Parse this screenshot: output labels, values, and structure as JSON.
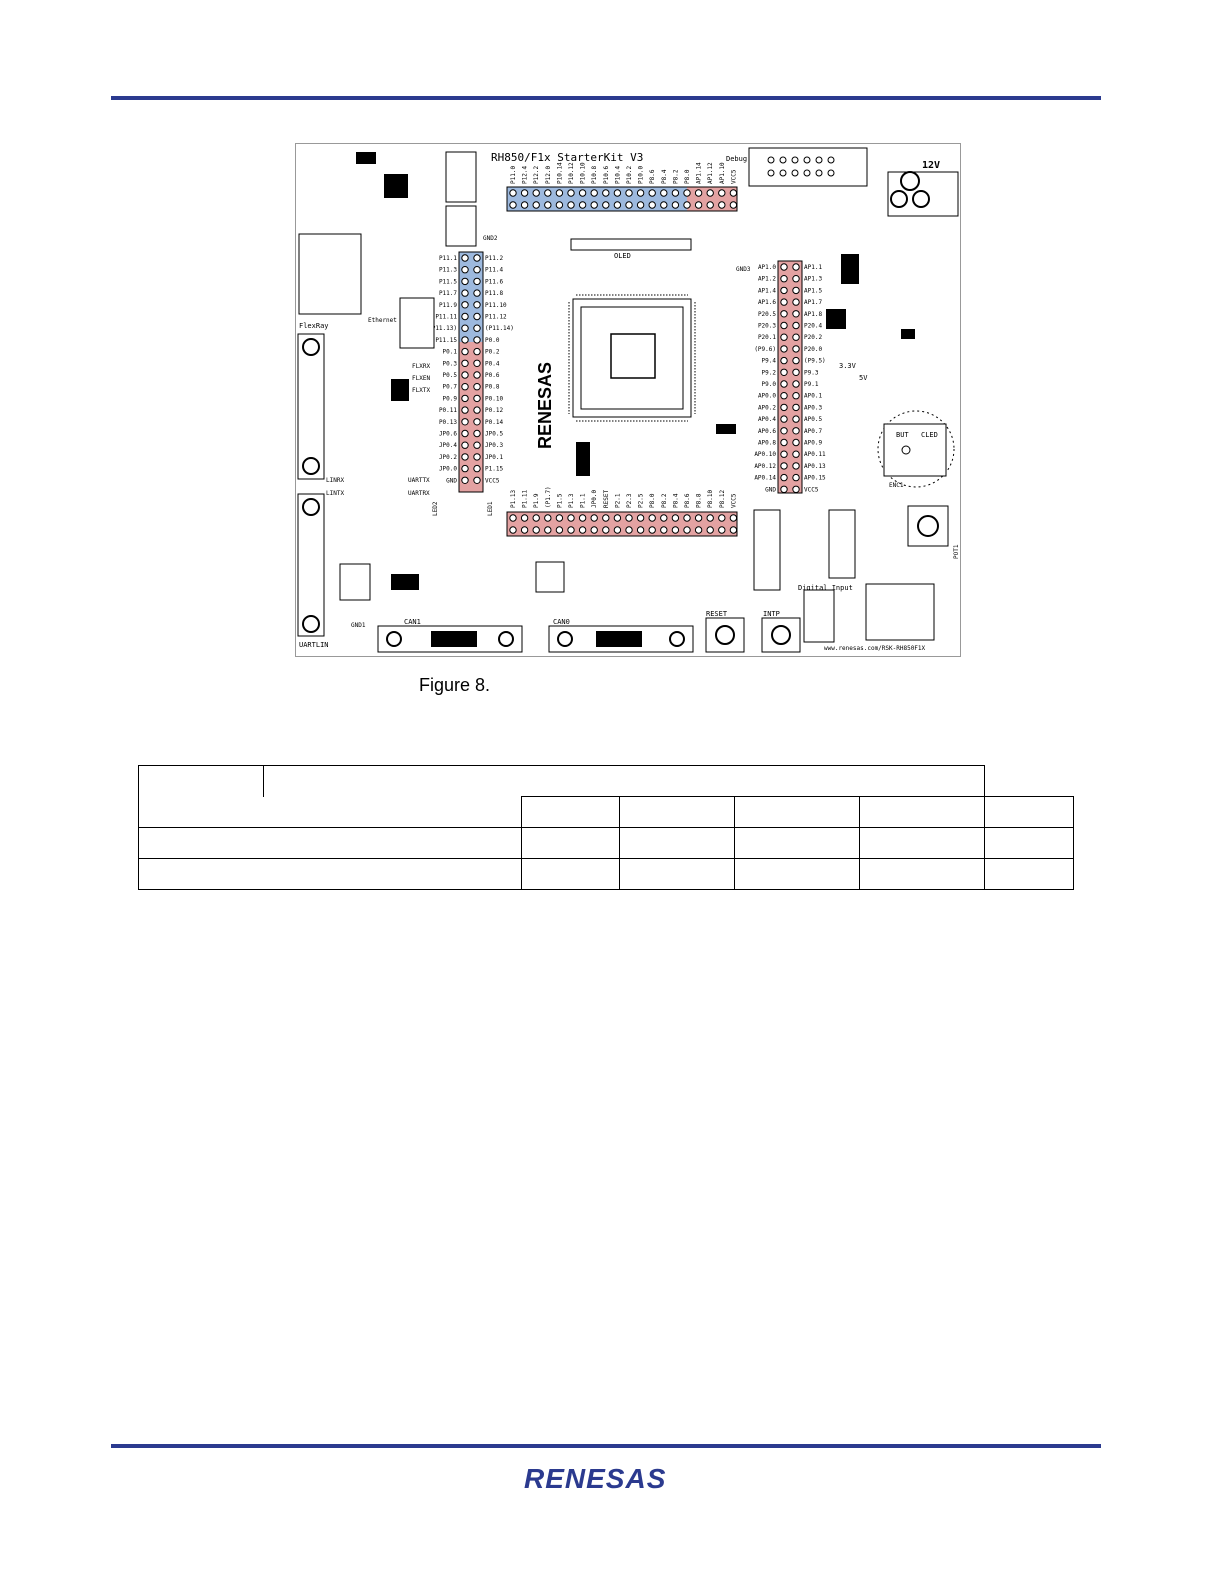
{
  "figure": {
    "caption": "Figure 8.",
    "board_title": "RH850/F1x StarterKit V3",
    "board_url": "www.renesas.com/RSK-RH850F1X",
    "labels": {
      "flexray": "FlexRay",
      "ethernet": "Ethernet",
      "oled": "OLED",
      "gnd1": "GND1",
      "gnd2": "GND2",
      "gnd3": "GND3",
      "can0": "CAN0",
      "can1": "CAN1",
      "reset": "RESET",
      "intp": "INTP",
      "uart_lin": "UARTLIN",
      "debug": "Debug",
      "v12": "12V",
      "v33": "3.3V",
      "v5": "5V",
      "digital_input": "Digital Input",
      "but": "BUT",
      "cled": "CLED",
      "enc": "ENC1",
      "pot": "POT1",
      "linrx": "LINRX",
      "lintx": "LINTX",
      "uarttx": "UARTTX",
      "uartrx": "UARTRX",
      "flxrx": "FLXRX",
      "flxen": "FLXEN",
      "flxtx": "FLXTX",
      "led1": "LED1",
      "led2": "LED2"
    },
    "header_top_pins": [
      "P11.0",
      "P12.4",
      "P12.2",
      "P12.0",
      "P10.14",
      "P10.12",
      "P10.10",
      "P10.8",
      "P10.6",
      "P10.4",
      "P10.2",
      "P10.0",
      "P8.6",
      "P8.4",
      "P8.2",
      "P8.0",
      "AP1.14",
      "AP1.12",
      "AP1.10",
      "VCC5"
    ],
    "header_left_pins_a": [
      "P11.1",
      "P11.3",
      "P11.5",
      "P11.7",
      "P11.9",
      "P11.11",
      "(P11.13)",
      "P11.15",
      "P0.1",
      "P0.3",
      "P0.5",
      "P0.7",
      "P0.9",
      "P0.11",
      "P0.13",
      "JP0.6",
      "JP0.4",
      "JP0.2",
      "JP0.0",
      "GND"
    ],
    "header_left_pins_b": [
      "P11.2",
      "P11.4",
      "P11.6",
      "P11.8",
      "P11.10",
      "P11.12",
      "(P11.14)",
      "P0.0",
      "P0.2",
      "P0.4",
      "P0.6",
      "P0.8",
      "P0.10",
      "P0.12",
      "P0.14",
      "JP0.5",
      "JP0.3",
      "JP0.1",
      "P1.15",
      "VCC5"
    ],
    "header_right_pins_a": [
      "AP1.0",
      "AP1.2",
      "AP1.4",
      "AP1.6",
      "P20.5",
      "P20.3",
      "P20.1",
      "(P9.6)",
      "P9.4",
      "P9.2",
      "P9.0",
      "AP0.0",
      "AP0.2",
      "AP0.4",
      "AP0.6",
      "AP0.8",
      "AP0.10",
      "AP0.12",
      "AP0.14",
      "GND"
    ],
    "header_right_pins_b": [
      "AP1.1",
      "AP1.3",
      "AP1.5",
      "AP1.7",
      "AP1.8",
      "P20.4",
      "P20.2",
      "P20.0",
      "(P9.5)",
      "P9.3",
      "P9.1",
      "AP0.1",
      "AP0.3",
      "AP0.5",
      "AP0.7",
      "AP0.9",
      "AP0.11",
      "AP0.13",
      "AP0.15",
      "VCC5"
    ],
    "header_bottom_pins": [
      "P1.13",
      "P1.11",
      "P1.9",
      "(P1.7)",
      "P1.5",
      "P1.3",
      "P1.1",
      "JP0.0",
      "RESET",
      "P2.1",
      "P2.3",
      "P2.5",
      "P8.0",
      "P8.2",
      "P8.4",
      "P8.6",
      "P8.8",
      "P8.10",
      "P8.12",
      "VCC5"
    ]
  },
  "table": {
    "rows": [
      [
        "",
        "",
        "",
        "",
        "",
        ""
      ],
      [
        "",
        "",
        "",
        "",
        "",
        ""
      ],
      [
        "",
        "",
        "",
        "",
        "",
        ""
      ]
    ]
  },
  "footer": {
    "logo_text": "RENESAS"
  },
  "colors": {
    "rule": "#2b3a8f",
    "header_blue": "#9db9de",
    "header_red": "#e3a2a2",
    "logo": "#2b3a8f"
  }
}
